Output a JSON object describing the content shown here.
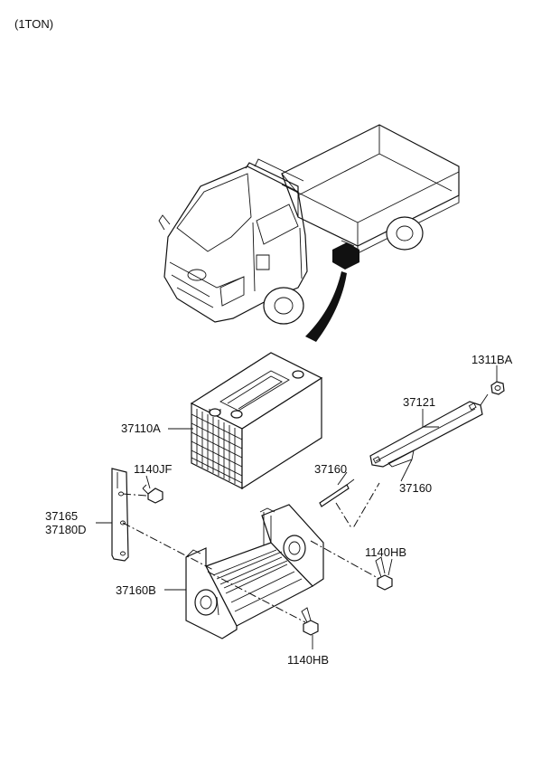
{
  "header": {
    "variant": "(1TON)"
  },
  "labels": {
    "p1311BA": "1311BA",
    "p37121": "37121",
    "p37110A": "37110A",
    "p1140JF": "1140JF",
    "p37160_left": "37160",
    "p37160_right": "37160",
    "p37165": "37165",
    "p37180D": "37180D",
    "p1140HB_right": "1140HB",
    "p37160B": "37160B",
    "p1140HB_bottom": "1140HB"
  },
  "colors": {
    "line": "#111111",
    "background": "#ffffff"
  }
}
